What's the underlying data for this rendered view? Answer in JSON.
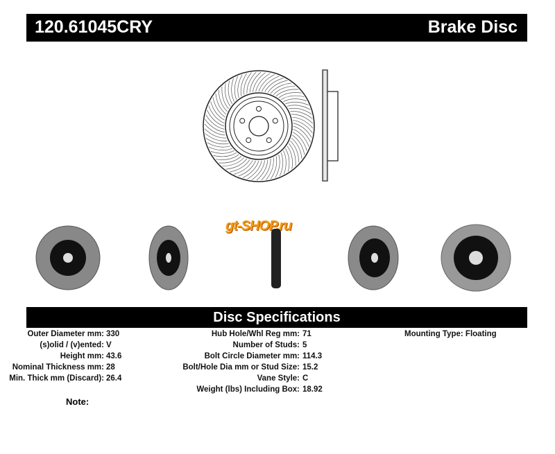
{
  "header": {
    "part_number": "120.61045CRY",
    "product_type": "Brake Disc"
  },
  "watermark": "gt-SHOP.ru",
  "specs_title": "Disc Specifications",
  "specs": {
    "col1": [
      {
        "label": "Outer Diameter mm:",
        "value": "330"
      },
      {
        "label": "(s)olid / (v)ented:",
        "value": "V"
      },
      {
        "label": "Height mm:",
        "value": "43.6"
      },
      {
        "label": "Nominal Thickness mm:",
        "value": "28"
      },
      {
        "label": "Min. Thick mm (Discard):",
        "value": "26.4"
      }
    ],
    "col2": [
      {
        "label": "Hub Hole/Whl Reg mm:",
        "value": "71"
      },
      {
        "label": "Number of Studs:",
        "value": "5"
      },
      {
        "label": "Bolt Circle Diameter mm:",
        "value": "114.3"
      },
      {
        "label": "Bolt/Hole Dia mm or Stud Size:",
        "value": "15.2"
      },
      {
        "label": "Vane Style:",
        "value": "C"
      },
      {
        "label": "Weight (lbs) Including Box:",
        "value": "18.92"
      }
    ],
    "col3": [
      {
        "label": "Mounting Type: Floating"
      }
    ]
  },
  "note_label": "Note:"
}
